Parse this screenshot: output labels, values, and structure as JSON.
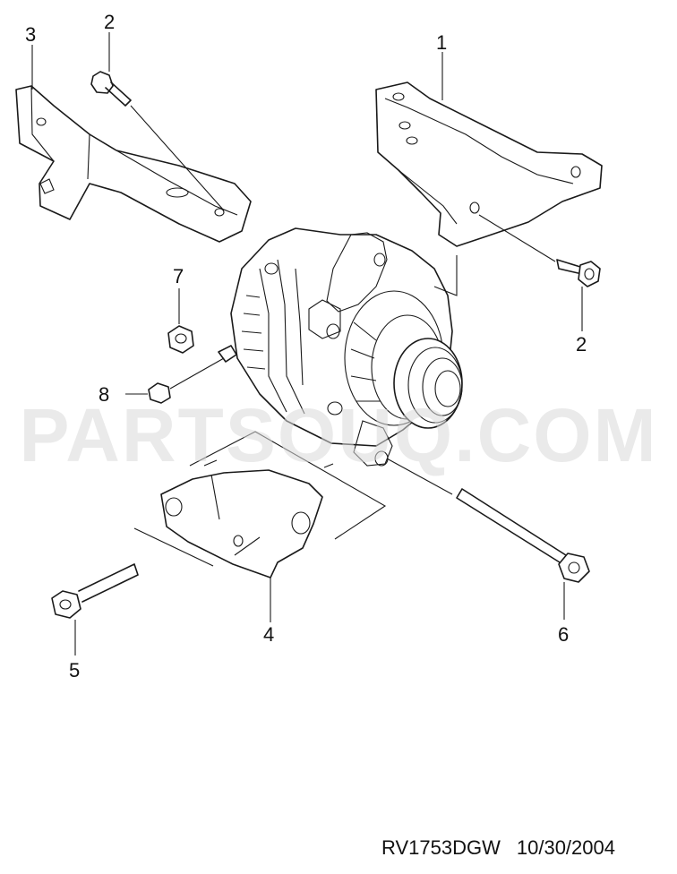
{
  "diagram": {
    "callouts": [
      {
        "id": "c3",
        "label": "3"
      },
      {
        "id": "c2a",
        "label": "2"
      },
      {
        "id": "c1",
        "label": "1"
      },
      {
        "id": "c7",
        "label": "7"
      },
      {
        "id": "c2b",
        "label": "2"
      },
      {
        "id": "c8",
        "label": "8"
      },
      {
        "id": "c4",
        "label": "4"
      },
      {
        "id": "c5",
        "label": "5"
      },
      {
        "id": "c6",
        "label": "6"
      }
    ],
    "watermark": "PARTSOUQ.COM",
    "footer": {
      "code": "RV1753DGW",
      "date": "10/30/2004"
    }
  }
}
